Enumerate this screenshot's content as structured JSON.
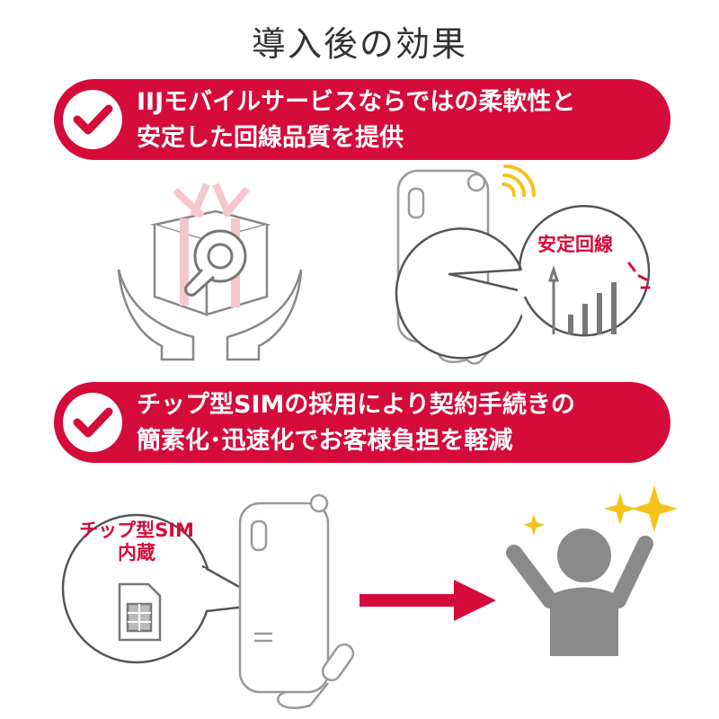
{
  "title": "導入後の効果",
  "benefits": [
    {
      "line1": "IIJモバイルサービスならではの柔軟性と",
      "line2": "安定した回線品質を提供",
      "callout": "安定回線"
    },
    {
      "line1": "チップ型SIMの採用により契約手続きの",
      "line2": "簡素化･迅速化でお客様負担を軽減",
      "callout_line1": "チップ型SIM",
      "callout_line2": "内蔵"
    }
  ],
  "colors": {
    "accent": "#d50b3a",
    "gray": "#8a8a8a",
    "gold": "#f5c21b"
  }
}
